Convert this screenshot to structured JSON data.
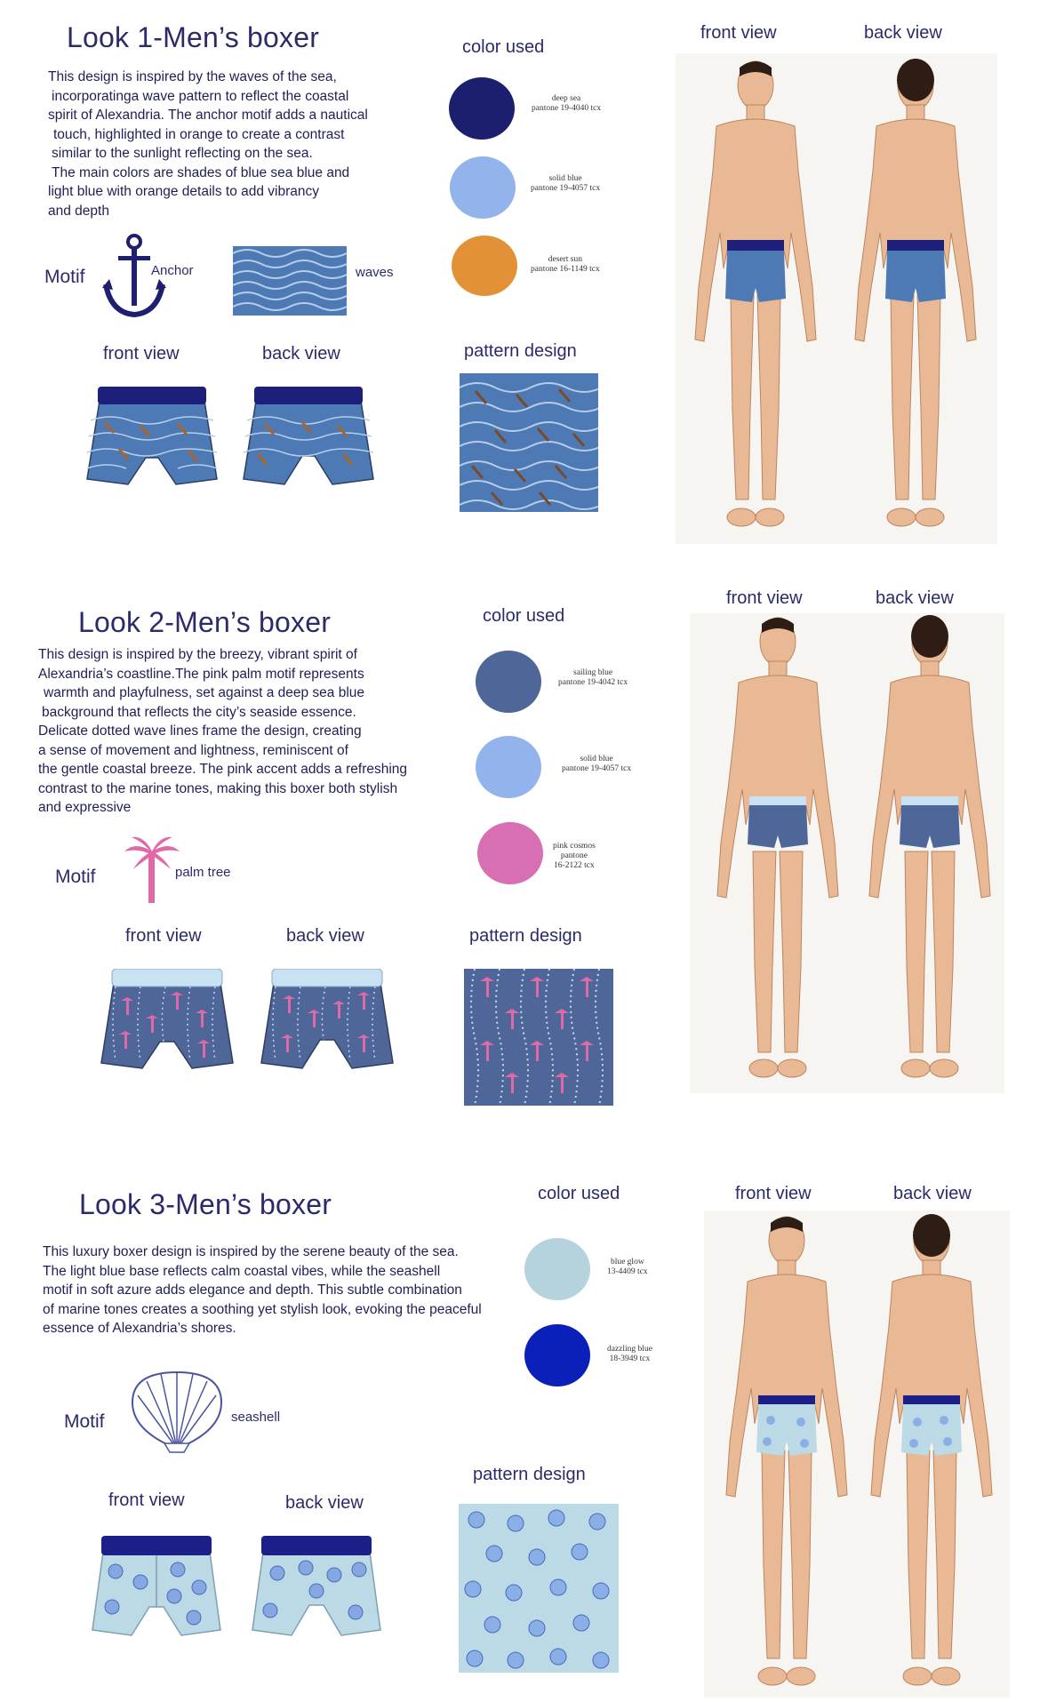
{
  "looks": [
    {
      "title": "Look 1-Men’s boxer",
      "description_lines": [
        "This design is inspired by the waves of the sea,",
        "incorporatinga wave pattern to reflect the coastal",
        "spirit of Alexandria. The anchor motif adds a nautical",
        "touch, highlighted in orange to create a contrast",
        "similar to the sunlight reflecting on the sea.",
        "The main colors are shades of blue sea blue and",
        "light blue with orange details to add vibrancy",
        "and depth"
      ],
      "motif_label": "Motif",
      "motif_name": "Anchor",
      "pattern_element_label": "waves",
      "front_view_label": "front view",
      "back_view_label": "back view",
      "color_used_label": "color used",
      "pattern_design_label": "pattern design",
      "figure_front_label": "front view",
      "figure_back_label": "back view",
      "colors": [
        {
          "name": "deep sea",
          "code": "pantone 19-4040 tcx",
          "hex": "#1b1f6e"
        },
        {
          "name": "solid blue",
          "code": "pantone 19-4057 tcx",
          "hex": "#93b3ec"
        },
        {
          "name": "desert sun",
          "code": "pantone 16-1149 tcx",
          "hex": "#e29137"
        }
      ]
    },
    {
      "title": "Look 2-Men’s boxer",
      "description_lines": [
        "This design is inspired by the breezy, vibrant spirit of",
        "Alexandria’s coastline.The pink palm motif represents",
        "warmth and playfulness, set against a deep sea blue",
        "background that reflects the city’s seaside essence.",
        "Delicate dotted wave lines frame the design, creating",
        "a sense of movement and lightness, reminiscent of",
        "the gentle coastal breeze. The pink accent adds a refreshing",
        "contrast to the marine tones, making this boxer both stylish",
        "and expressive"
      ],
      "motif_label": "Motif",
      "motif_name": "palm tree",
      "front_view_label": "front view",
      "back_view_label": "back view",
      "color_used_label": "color used",
      "pattern_design_label": "pattern design",
      "figure_front_label": "front view",
      "figure_back_label": "back view",
      "colors": [
        {
          "name": "sailing blue",
          "code": "pantone 19-4042 tcx",
          "hex": "#4f6798"
        },
        {
          "name": "solid blue",
          "code": "pantone 19-4057 tcx",
          "hex": "#93b3ec"
        },
        {
          "name": "pink cosmos",
          "code_lines": [
            "pantone",
            "16-2122 tcx"
          ],
          "hex": "#d86fb3"
        }
      ]
    },
    {
      "title": "Look 3-Men’s boxer",
      "description_lines": [
        "This luxury boxer design is inspired by the serene beauty of the sea.",
        "The light blue base reflects calm coastal vibes, while the seashell",
        "motif in soft azure adds elegance and depth. This subtle combination",
        "of marine tones creates a soothing yet stylish look, evoking the peaceful",
        "essence of Alexandria’s shores."
      ],
      "motif_label": "Motif",
      "motif_name": "seashell",
      "front_view_label": "front view",
      "back_view_label": "back view",
      "color_used_label": "color used",
      "pattern_design_label": "pattern design",
      "figure_front_label": "front view",
      "figure_back_label": "back view",
      "colors": [
        {
          "name": "blue glow",
          "code": "13-4409 tcx",
          "hex": "#b5d3dd"
        },
        {
          "name": "dazzling blue",
          "code": "18-3949 tcx",
          "hex": "#0a20b8"
        }
      ]
    }
  ],
  "palette": {
    "waistband_look1": "#1e1f7a",
    "fabric_look1": "#4d7ab5",
    "fabric_look2": "#4f6798",
    "waistband_look2": "#c8e2f4",
    "fabric_look3": "#bcd9e6",
    "waistband_look3": "#1d1f88",
    "skin": "#e9b995",
    "hair": "#2e1d14"
  }
}
